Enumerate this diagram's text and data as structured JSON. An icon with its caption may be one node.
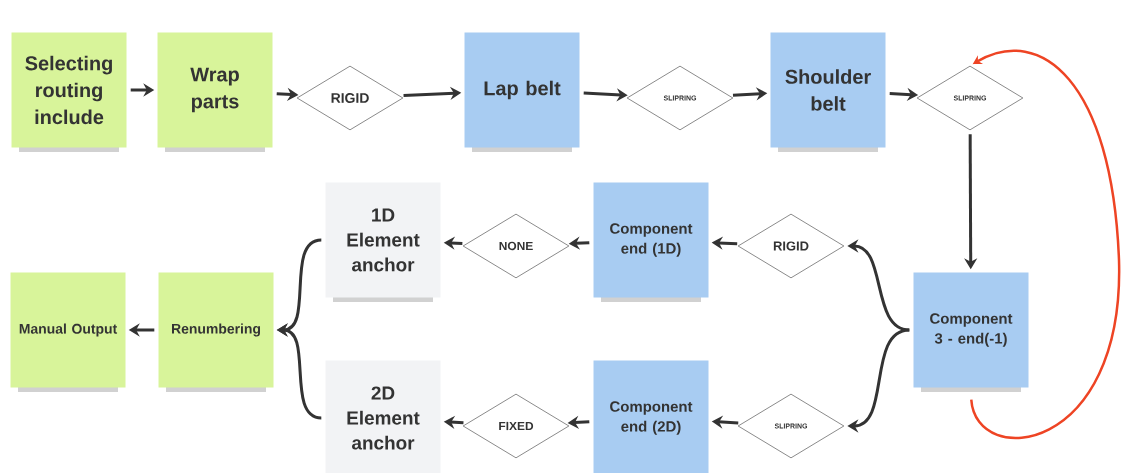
{
  "diagram": {
    "nodes": [
      {
        "text": [
          "Selecting routing include"
        ]
      },
      {
        "text": [
          "Wrap parts"
        ]
      },
      {
        "text": [
          "RIGID"
        ]
      },
      {
        "text": [
          "Lap belt"
        ]
      },
      {
        "text": [
          "SLIPRING"
        ]
      },
      {
        "text": [
          "Shoulder belt"
        ]
      },
      {
        "text": [
          "SLIPRING"
        ]
      },
      {
        "text": [
          "Component 3 - end(-1)"
        ]
      },
      {
        "text": [
          "RIGID"
        ]
      },
      {
        "text": [
          "Component end (1D)"
        ]
      },
      {
        "text": [
          "NONE"
        ]
      },
      {
        "text": [
          "1D Element anchor"
        ]
      },
      {
        "text": [
          "SLIPRING"
        ]
      },
      {
        "text": [
          "Component end (2D)"
        ]
      },
      {
        "text": [
          "FIXED"
        ]
      },
      {
        "text": [
          "2D Element anchor"
        ]
      },
      {
        "text": [
          "Renumbering"
        ]
      },
      {
        "text": [
          "Manual Output"
        ]
      }
    ],
    "edges": [
      {
        "from": 0,
        "to": 1,
        "arrow": "to"
      },
      {
        "from": 1,
        "to": 2,
        "arrow": "to"
      },
      {
        "from": 2,
        "to": 3,
        "arrow": "to"
      },
      {
        "from": 3,
        "to": 4,
        "arrow": "to"
      },
      {
        "from": 4,
        "to": 5,
        "arrow": "to"
      },
      {
        "from": 5,
        "to": 6,
        "arrow": "to"
      },
      {
        "from": 6,
        "to": 7,
        "arrow": "to"
      },
      {
        "from": 7,
        "to": 8,
        "arrow": "to"
      },
      {
        "from": 7,
        "to": 12,
        "arrow": "to"
      },
      {
        "from": 8,
        "to": 9,
        "arrow": "to"
      },
      {
        "from": 9,
        "to": 10,
        "arrow": "to"
      },
      {
        "from": 10,
        "to": 11,
        "arrow": "to"
      },
      {
        "from": 12,
        "to": 13,
        "arrow": "to"
      },
      {
        "from": 13,
        "to": 14,
        "arrow": "to"
      },
      {
        "from": 14,
        "to": 15,
        "arrow": "to"
      },
      {
        "from": 11,
        "to": 16,
        "arrow": "to"
      },
      {
        "from": 15,
        "to": 16,
        "arrow": "to"
      },
      {
        "from": 16,
        "to": 17,
        "arrow": "to"
      },
      {
        "from": 7,
        "to": 6,
        "arrow": "to",
        "color": "#ee4424"
      }
    ]
  }
}
